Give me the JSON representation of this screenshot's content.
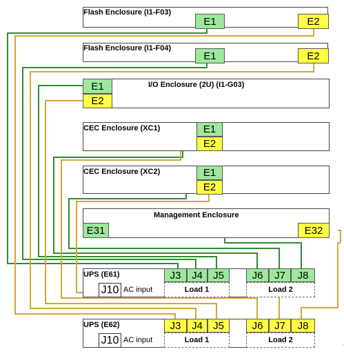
{
  "enclosures": {
    "flash1": {
      "title": "Flash Enclosure (I1-F03)",
      "p1": "E1",
      "p2": "E2"
    },
    "flash2": {
      "title": "Flash Enclosure (I1-F04)",
      "p1": "E1",
      "p2": "E2"
    },
    "io": {
      "title": "I/O Enclosure (2U) (I1-G03)",
      "p1": "E1",
      "p2": "E2"
    },
    "cec1": {
      "title": "CEC Enclosure (XC1)",
      "p1": "E1",
      "p2": "E2"
    },
    "cec2": {
      "title": "CEC Enclosure (XC2)",
      "p1": "E1",
      "p2": "E2"
    },
    "mgmt": {
      "title": "Management Enclosure",
      "p1": "E31",
      "p2": "E32"
    }
  },
  "ups1": {
    "title": "UPS (E61)",
    "j10": "J10",
    "ac": "AC input",
    "ports": [
      "J3",
      "J4",
      "J5",
      "J6",
      "J7",
      "J8"
    ],
    "load1": "Load 1",
    "load2": "Load 2"
  },
  "ups2": {
    "title": "UPS (E62)",
    "j10": "J10",
    "ac": "AC input",
    "ports": [
      "J3",
      "J4",
      "J5",
      "J6",
      "J7",
      "J8"
    ],
    "load1": "Load 1",
    "load2": "Load 2"
  },
  "colors": {
    "green_cable": "#2e8b2e",
    "yellow_cable": "#d4a637",
    "green_port": "#9de89d",
    "yellow_port": "#ffff44"
  },
  "figure_id": "f2c02580"
}
